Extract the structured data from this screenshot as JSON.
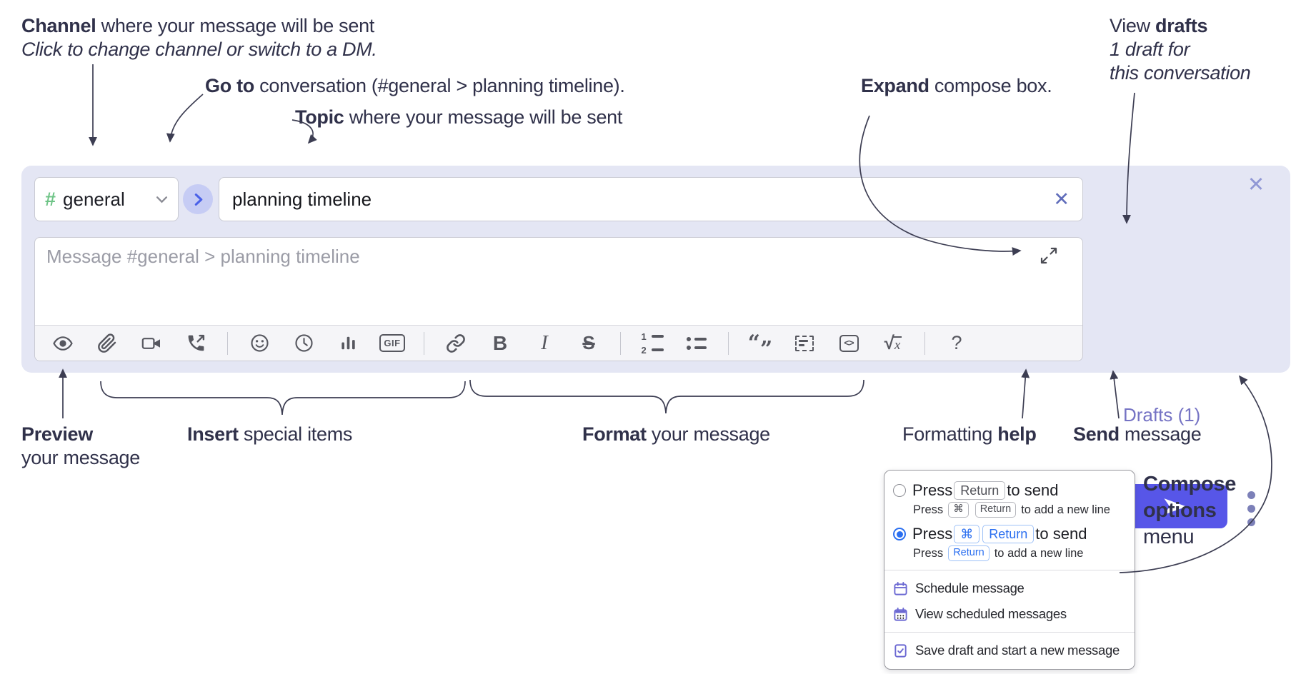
{
  "annotations": {
    "channel": {
      "bold": "Channel",
      "rest": " where your message will be sent",
      "line2": "Click to change channel or switch to a DM."
    },
    "goto": {
      "bold": "Go to",
      "rest": " conversation (#general > planning timeline)."
    },
    "topic": {
      "bold": "Topic",
      "rest": " where your message will be sent"
    },
    "expand": {
      "bold": "Expand",
      "rest": " compose box."
    },
    "view_drafts": {
      "pre": "View ",
      "bold": "drafts",
      "line2": "1 draft for",
      "line3": "this conversation"
    },
    "preview": {
      "bold": "Preview",
      "line2": "your message"
    },
    "insert": {
      "bold": "Insert",
      "rest": " special items"
    },
    "format": {
      "bold": "Format",
      "rest": " your message"
    },
    "formatting_help": {
      "pre": "Formatting ",
      "bold": "help"
    },
    "send": {
      "bold": "Send",
      "rest": " message"
    },
    "compose_options": {
      "line1": "Compose",
      "line2": "options",
      "line3": "menu"
    }
  },
  "compose": {
    "channel": {
      "hash": "#",
      "name": "general"
    },
    "topic": {
      "value": "planning timeline",
      "clear_icon": "✕"
    },
    "close_icon": "✕",
    "message": {
      "placeholder": "Message #general > planning timeline"
    },
    "drafts_link": "Drafts (1)",
    "toolbar": {
      "icon_groups": [
        [
          "preview-eye",
          "attach-paperclip",
          "video-call",
          "audio-call"
        ],
        [
          "emoji",
          "time",
          "poll",
          "gif"
        ],
        [
          "link",
          "bold",
          "italic",
          "strikethrough"
        ],
        [
          "numbered-list",
          "bulleted-list"
        ],
        [
          "quote",
          "spoiler",
          "code",
          "math"
        ]
      ],
      "labels": {
        "gif": "GIF",
        "bold": "B",
        "italic": "I",
        "strike": "S",
        "ol1": "1",
        "ol2": "2",
        "quote_open": "“",
        "quote_close": "”",
        "code": "<>",
        "sqrt": "√",
        "math_var": "x",
        "help": "?"
      }
    }
  },
  "menu": {
    "options": [
      {
        "selected": false,
        "main": [
          {
            "t": "text",
            "v": "Press "
          },
          {
            "t": "key",
            "v": "Return"
          },
          {
            "t": "text",
            "v": " to send"
          }
        ],
        "sub": [
          {
            "t": "text",
            "v": "Press "
          },
          {
            "t": "key",
            "v": "⌘"
          },
          {
            "t": "key",
            "v": "Return"
          },
          {
            "t": "text",
            "v": " to add a new line"
          }
        ]
      },
      {
        "selected": true,
        "main": [
          {
            "t": "text",
            "v": "Press "
          },
          {
            "t": "key",
            "v": "⌘",
            "accent": true
          },
          {
            "t": "key",
            "v": "Return",
            "accent": true
          },
          {
            "t": "text",
            "v": " to send"
          }
        ],
        "sub": [
          {
            "t": "text",
            "v": "Press "
          },
          {
            "t": "key",
            "v": "Return",
            "accent": true
          },
          {
            "t": "text",
            "v": " to add a new line"
          }
        ]
      }
    ],
    "items": [
      {
        "icon": "calendar-icon",
        "label": "Schedule message"
      },
      {
        "icon": "calendar-grid-icon",
        "label": "View scheduled messages"
      }
    ],
    "footer_items": [
      {
        "icon": "draft-note-icon",
        "label": "Save draft and start a new message"
      }
    ]
  },
  "colors": {
    "compose_bg": "#e4e6f4",
    "send_button": "#5756e8",
    "drafts_link": "#7573c4",
    "hash_green": "#6fc487",
    "goto_blue": "#4a61e8",
    "goto_circle": "#c6ccf4",
    "key_accent_blue": "#2b6ff0",
    "menu_icon_purple": "#6b68d2",
    "toolbar_icon_gray": "#56575f",
    "annotation_navy": "#30314a"
  }
}
